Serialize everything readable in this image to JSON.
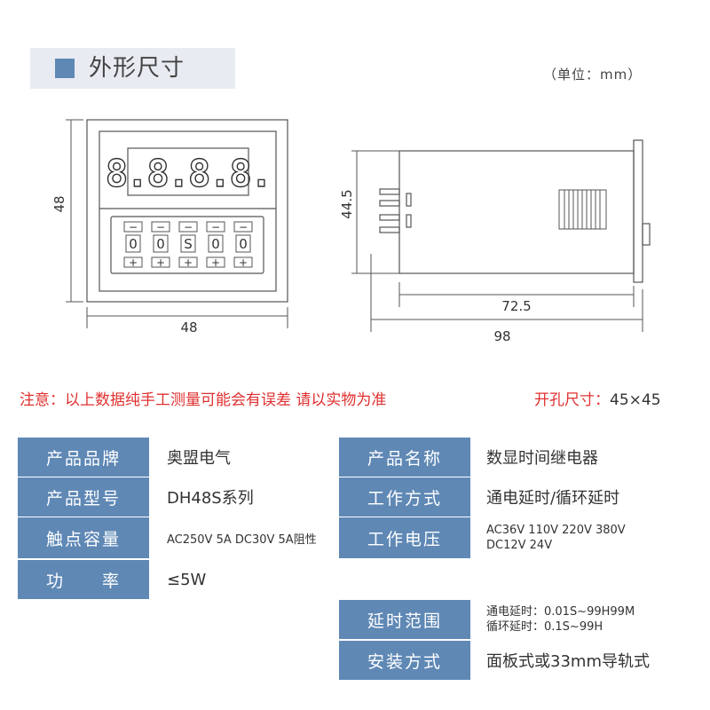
{
  "header": {
    "title": "外形尺寸",
    "unit": "（单位：mm）"
  },
  "front_view": {
    "display_digits": "8.8.8.8.",
    "digit_keys": [
      "0",
      "0",
      "S",
      "0",
      "0"
    ],
    "minus_key": "−",
    "plus_key": "+",
    "width_label": "48",
    "height_label": "48"
  },
  "side_view": {
    "height_label": "44.5",
    "body_length_label": "72.5",
    "total_length_label": "98"
  },
  "note": "注意：以上数据纯手工测量可能会有误差 请以实物为准",
  "cutout": {
    "label": "开孔尺寸：",
    "value": "45×45"
  },
  "specs_left": [
    {
      "label": "产品品牌",
      "value": "奥盟电气"
    },
    {
      "label": "产品型号",
      "value": "DH48S系列"
    },
    {
      "label": "触点容量",
      "value": "AC250V 5A DC30V 5A阻性"
    },
    {
      "label": "功　　率",
      "value": "≤5W"
    }
  ],
  "specs_right": [
    {
      "label": "产品名称",
      "value": "数显时间继电器"
    },
    {
      "label": "工作方式",
      "value": "通电延时/循环延时"
    },
    {
      "label": "工作电压",
      "lines": [
        "AC36V 110V 220V 380V",
        "DC12V 24V"
      ]
    },
    {
      "label": "延时范围",
      "lines": [
        "通电延时：0.01S~99H99M",
        "循环延时：0.1S~99H"
      ]
    },
    {
      "label": "安装方式",
      "value": "面板式或33mm导轨式"
    }
  ],
  "colors": {
    "accent": "#5f88b5",
    "warning": "#e03030",
    "title_bg": "#e8ecf2"
  }
}
